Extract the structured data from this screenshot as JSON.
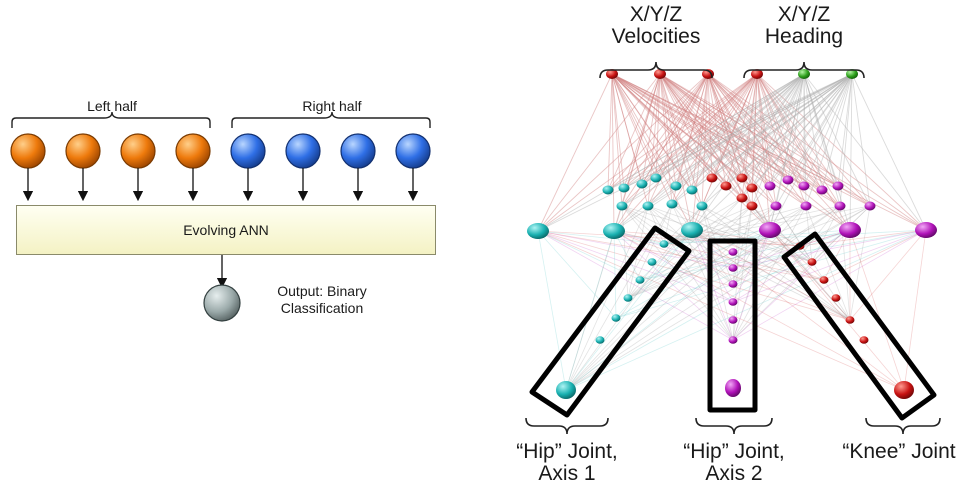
{
  "left_diagram": {
    "groups": [
      {
        "label": "Left half",
        "node_color": "#e8760a",
        "node_count": 4
      },
      {
        "label": "Right half",
        "node_color": "#2f6fe6",
        "node_count": 4
      }
    ],
    "ann_label": "Evolving ANN",
    "output_label_line1": "Output: Binary",
    "output_label_line2": "Classification",
    "output_color": "#9aa9a9"
  },
  "right_diagram": {
    "top_groups": [
      {
        "line1": "X/Y/Z",
        "line2": "Velocities",
        "node_color": "#b81a10"
      },
      {
        "line1": "X/Y/Z",
        "line2": "Heading",
        "node_color": "#2ea01c"
      }
    ],
    "joint_groups": [
      {
        "line1": "“Hip” Joint,",
        "line2": "Axis 1",
        "color": "#18b0b0"
      },
      {
        "line1": "“Hip” Joint,",
        "line2": "Axis 2",
        "color": "#b012b8"
      },
      {
        "line1": "“Knee” Joint",
        "line2": "",
        "color": "#c81212"
      }
    ]
  }
}
